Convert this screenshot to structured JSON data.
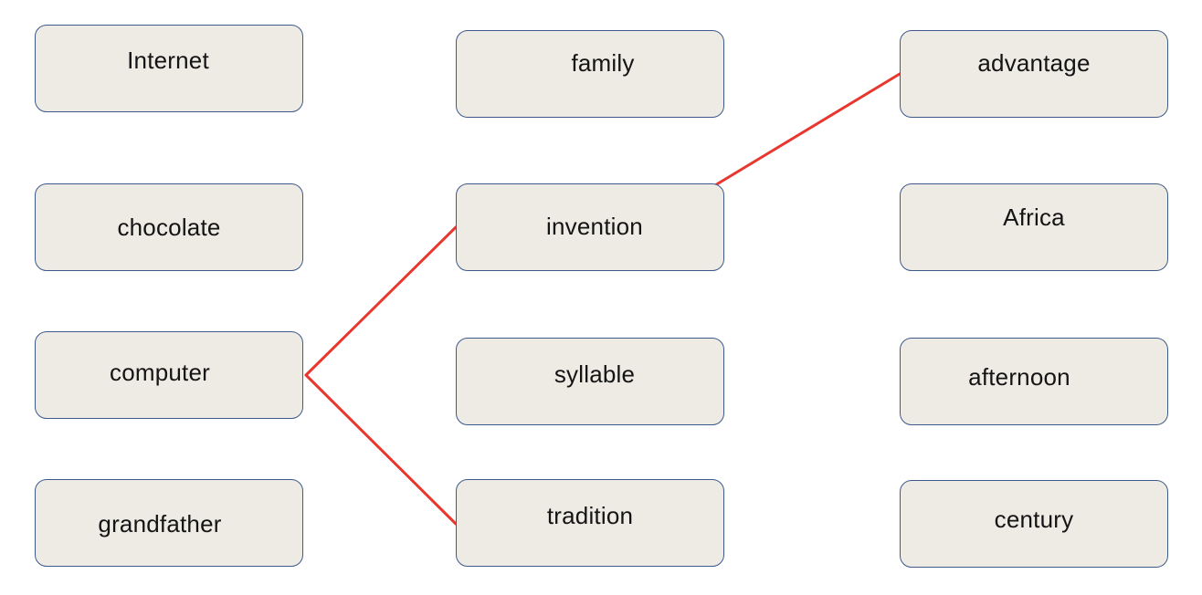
{
  "words": {
    "internet": "Internet",
    "chocolate": "chocolate",
    "computer": "computer",
    "grandfather": "grandfather",
    "family": "family",
    "invention": "invention",
    "syllable": "syllable",
    "tradition": "tradition",
    "advantage": "advantage",
    "africa": "Africa",
    "afternoon": "afternoon",
    "century": "century"
  },
  "connections": [
    {
      "from": "computer",
      "to": "invention"
    },
    {
      "from": "computer",
      "to": "tradition"
    },
    {
      "from": "invention",
      "to": "advantage"
    }
  ],
  "colors": {
    "connector": "#e8372e",
    "box_fill": "#eeebe5",
    "box_border": "#3d5a8c"
  }
}
